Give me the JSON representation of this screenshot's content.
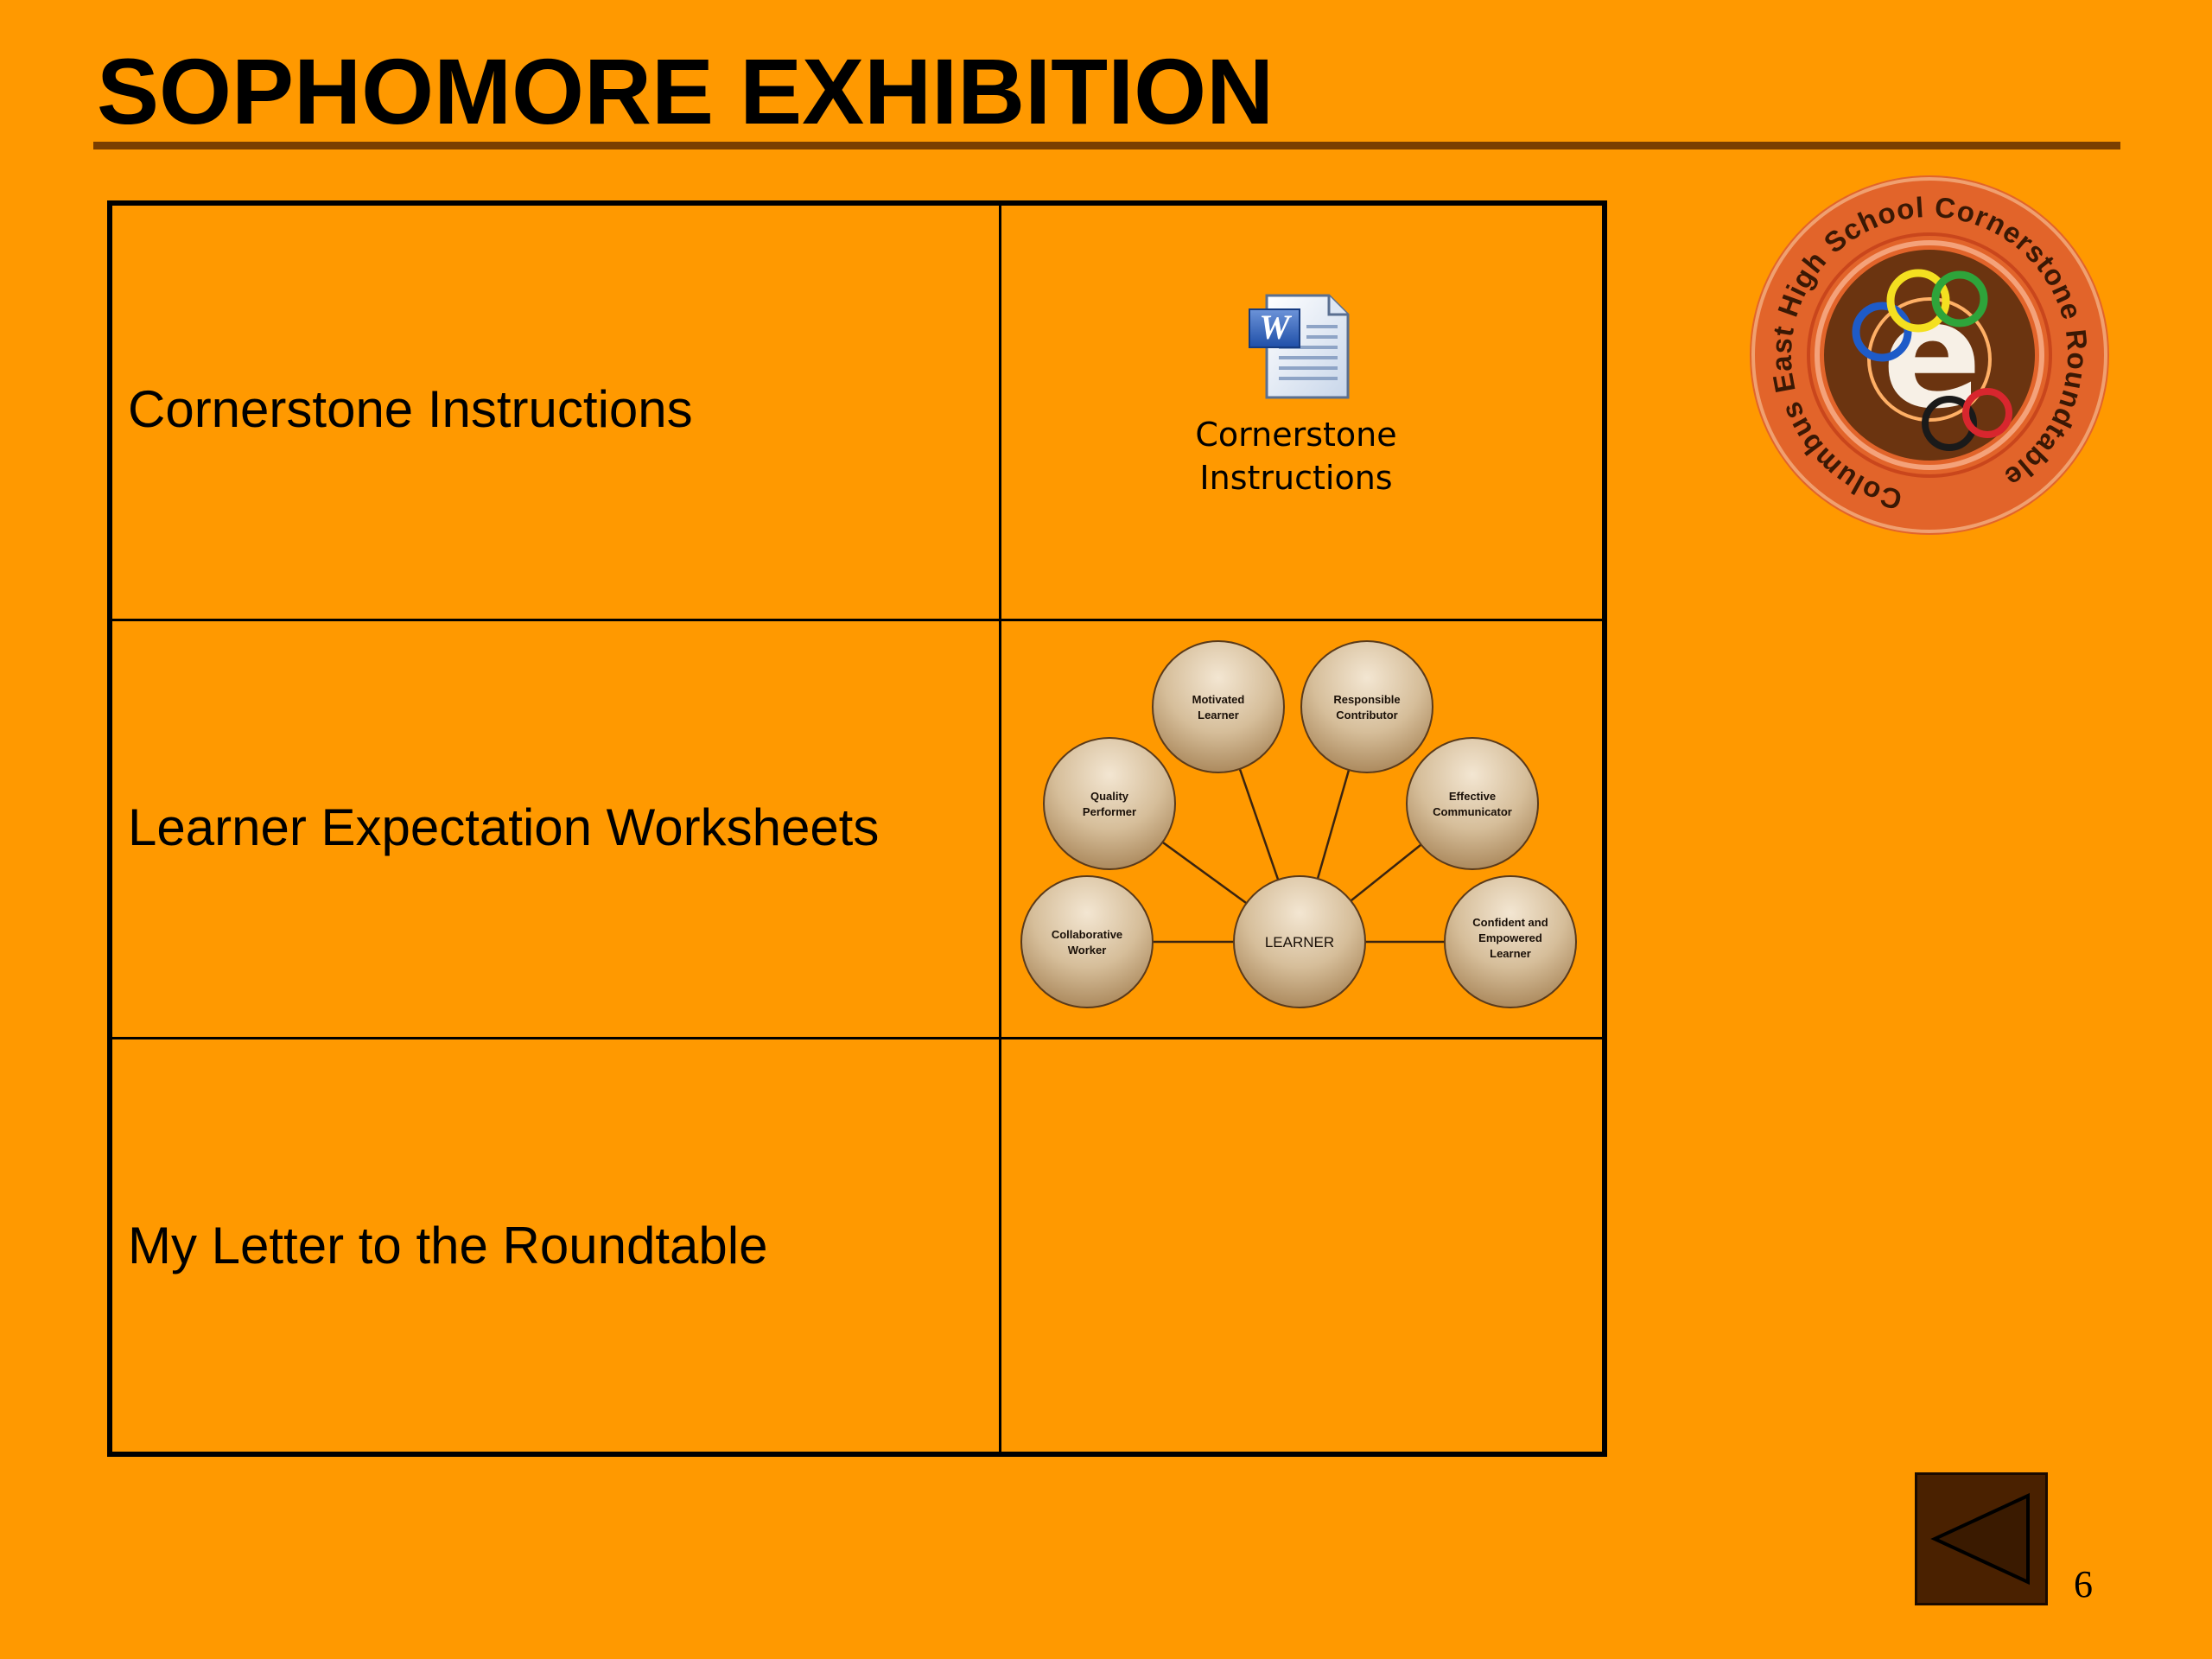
{
  "slide": {
    "title": "SOPHOMORE EXHIBITION",
    "page_number": "6"
  },
  "table": {
    "rows": [
      {
        "label": "Cornerstone Instructions"
      },
      {
        "label": "Learner Expectation Worksheets"
      },
      {
        "label": "My Letter to the Roundtable"
      }
    ]
  },
  "document_icon": {
    "icon": "word-document-icon",
    "caption_line1": "Cornerstone",
    "caption_line2": "Instructions"
  },
  "diagram": {
    "center": "LEARNER",
    "nodes": [
      {
        "line1": "Collaborative",
        "line2": "Worker"
      },
      {
        "line1": "Quality",
        "line2": "Performer"
      },
      {
        "line1": "Motivated",
        "line2": "Learner"
      },
      {
        "line1": "Responsible",
        "line2": "Contributor"
      },
      {
        "line1": "Effective",
        "line2": "Communicator"
      },
      {
        "line1": "Confident and",
        "line2": "Empowered",
        "line3": "Learner"
      }
    ]
  },
  "logo": {
    "text": "Columbus East High School Cornerstone Roundtable",
    "letter": "e"
  },
  "navigation": {
    "back_icon": "triangle-left-icon"
  },
  "colors": {
    "background": "#FF9900",
    "rule": "#7A3E00",
    "button": "#4A2100",
    "node_fill_light": "#F3E6D2",
    "node_fill_dark": "#A88558"
  }
}
